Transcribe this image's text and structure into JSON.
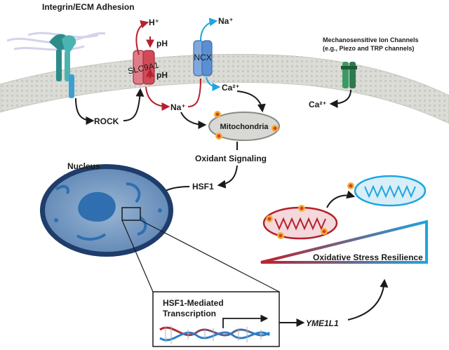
{
  "labels": {
    "integrin": "Integrin/ECM Adhesion",
    "h_plus": "H⁺",
    "ph_down": "pH",
    "ph_up": "pH",
    "slc9a1": "SLC9A1",
    "ncx": "NCX",
    "na_top": "Na⁺",
    "na_mid": "Na⁺",
    "ca_ncx": "Ca²⁺",
    "ca_piezo": "Ca²⁺",
    "mechano_line1": "Mechanosensitive Ion Channels",
    "mechano_line2": "(e.g., Piezo and TRP channels)",
    "rock": "ROCK",
    "mitochondria": "Mitochondria",
    "oxidant_signaling": "Oxidant Signaling",
    "hsf1": "HSF1",
    "nucleus": "Nucleus",
    "transcription_line1": "HSF1-Mediated",
    "transcription_line2": "Transcription",
    "yme1l1": "YME1L1",
    "resilience": "Oxidative Stress Resilience"
  },
  "colors": {
    "membrane": "#d9d9d4",
    "membrane_dots": "#b0b0aa",
    "slc9a1": "#d04a5a",
    "ncx": "#5b8fd1",
    "channel_green": "#2e7a4f",
    "red_arrow": "#b5212e",
    "blue_arrow": "#1ea5e0",
    "nucleus_dark": "#1f3d6b",
    "nucleus_fill": "#6e93bd",
    "nucleolus": "#2f6fb0"
  },
  "icons": [
    "integrin-receptor-icon",
    "exchanger-icon",
    "ion-channel-icon",
    "mitochondrion-icon",
    "nucleus-icon",
    "dna-helix-icon",
    "ros-burst-icon"
  ]
}
